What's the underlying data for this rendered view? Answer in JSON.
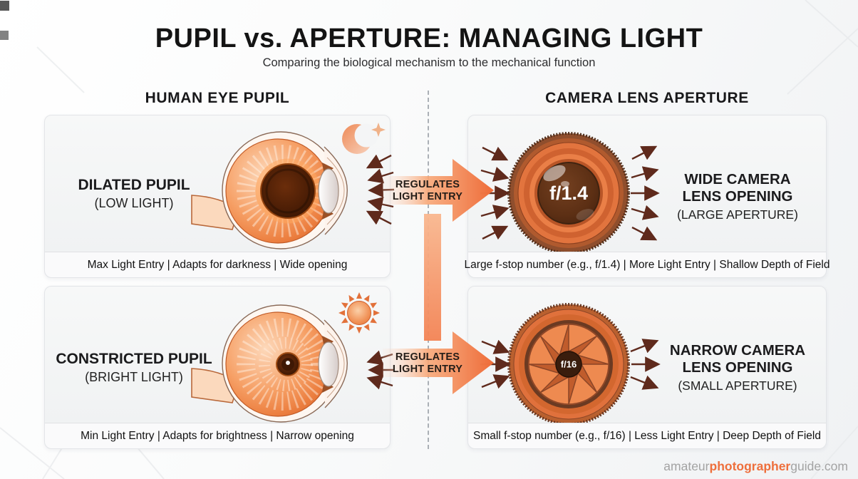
{
  "header": {
    "title": "PUPIL vs. APERTURE: MANAGING LIGHT",
    "subtitle": "Comparing the biological mechanism to the mechanical function"
  },
  "columns": {
    "left_header": "HUMAN EYE PUPIL",
    "right_header": "CAMERA LENS APERTURE"
  },
  "connector": {
    "line1": "REGULATES",
    "line2": "LIGHT ENTRY"
  },
  "panels": {
    "dilated_pupil": {
      "heading": "DILATED PUPIL",
      "subheading": "(LOW LIGHT)",
      "badge_icon": "moon-icon",
      "caption": "Max Light Entry | Adapts for darkness | Wide opening"
    },
    "wide_aperture": {
      "heading_line1": "WIDE CAMERA",
      "heading_line2": "LENS OPENING",
      "subheading": "(LARGE APERTURE)",
      "fstop_label": "f/1.4",
      "caption": "Large f-stop number (e.g., f/1.4) | More Light Entry | Shallow Depth of Field"
    },
    "constricted_pupil": {
      "heading": "CONSTRICTED PUPIL",
      "subheading": "(BRIGHT LIGHT)",
      "badge_icon": "sun-icon",
      "caption": "Min Light Entry | Adapts for brightness | Narrow opening"
    },
    "narrow_aperture": {
      "heading_line1": "NARROW CAMERA",
      "heading_line2": "LENS OPENING",
      "subheading": "(SMALL APERTURE)",
      "fstop_label": "f/16",
      "caption": "Small f-stop number (e.g., f/16) | Less Light Entry | Deep Depth of Field"
    }
  },
  "footer": {
    "brand_prefix": "amateur",
    "brand_accent": "photographer",
    "brand_suffix": "guide.com"
  },
  "colors": {
    "accent_orange": "#ee6f3c",
    "light_arrow_dark": "#5f2a1c",
    "brand_gray": "#a3a3a3",
    "panel_border": "#e3e5e8"
  }
}
